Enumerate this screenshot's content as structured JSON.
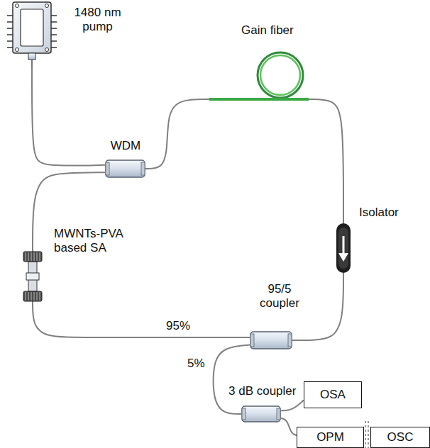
{
  "diagram": {
    "nodes": [
      {
        "text": [
          "1480 nm pump"
        ]
      },
      {
        "text": [
          "WDM"
        ]
      },
      {
        "text": [
          "Gain fiber"
        ]
      },
      {
        "text": [
          "Isolator"
        ]
      },
      {
        "text": [
          "95/5 coupler"
        ]
      },
      {
        "text": [
          "MWNTs-PVA based SA"
        ]
      },
      {
        "text": [
          "3 dB coupler"
        ]
      },
      {
        "text": [
          "OSA"
        ]
      },
      {
        "text": [
          "OPM"
        ]
      },
      {
        "text": [
          "OSC"
        ]
      }
    ],
    "edges": [
      {
        "from": 0,
        "to": 1,
        "arrow": "none"
      },
      {
        "from": 1,
        "to": 2,
        "arrow": "none"
      },
      {
        "from": 2,
        "to": 3,
        "arrow": "none"
      },
      {
        "from": 3,
        "to": 4,
        "arrow": "none"
      },
      {
        "from": 4,
        "to": 5,
        "label": "95%",
        "arrow": "none"
      },
      {
        "from": 5,
        "to": 1,
        "arrow": "none"
      },
      {
        "from": 4,
        "to": 6,
        "label": "5%",
        "arrow": "none"
      },
      {
        "from": 6,
        "to": 7,
        "arrow": "none"
      },
      {
        "from": 6,
        "to": 8,
        "arrow": "none"
      }
    ]
  }
}
